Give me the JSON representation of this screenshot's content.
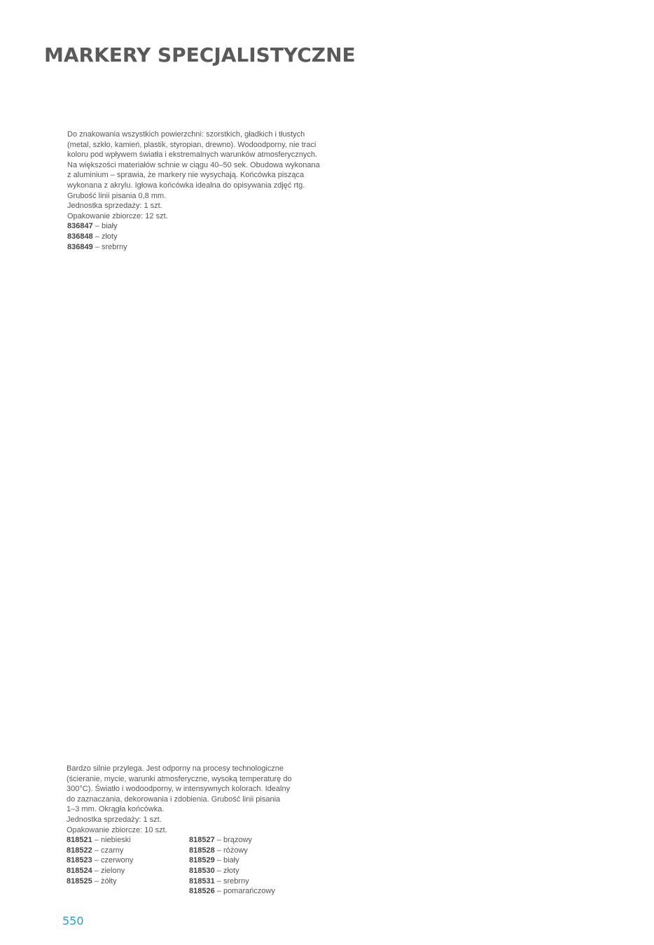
{
  "page": {
    "title": "MARKERY SPECJALISTYCZNE",
    "page_number": "550",
    "accent_color": "#1fa3c8"
  },
  "product1": {
    "description_lines": [
      "Do znakowania wszystkich powierzchni: szorstkich, gładkich i tłustych",
      "(metal, szkło, kamień, plastik, styropian, drewno). Wodoodporny, nie traci",
      "koloru pod wpływem światła i ekstremalnych warunków atmosferycznych.",
      "Na większości materiałów schnie w ciągu 40–50 sek. Obudowa wykonana",
      "z aluminium – sprawia, że markery nie wysychają. Końcówka pisząca",
      "wykonana z akrylu. Igłowa końcówka idealna do opisywania zdjęć rtg.",
      "Grubość linii pisania 0,8 mm."
    ],
    "unit": "Jednostka sprzedaży: 1 szt.",
    "pack": "Opakowanie zbiorcze: 12 szt.",
    "variants": [
      {
        "code": "836847",
        "color": " – biały"
      },
      {
        "code": "836848",
        "color": " – złoty"
      },
      {
        "code": "836849",
        "color": " – srebrny"
      }
    ]
  },
  "product2": {
    "description_lines": [
      "Bardzo silnie przylega. Jest odporny na procesy technologiczne",
      "(ścieranie, mycie, warunki atmosferyczne, wysoką temperaturę do",
      "300°C). Światło i wodoodporny, w intensywnych kolorach. Idealny",
      "do zaznaczania, dekorowania i zdobienia. Grubość linii pisania",
      "1–3 mm. Okrągła końcówka."
    ],
    "unit": "Jednostka sprzedaży: 1 szt.",
    "pack": "Opakowanie zbiorcze: 10 szt.",
    "variants_left": [
      {
        "code": "818521",
        "color": " – niebieski"
      },
      {
        "code": "818522",
        "color": " – czarny"
      },
      {
        "code": "818523",
        "color": " – czerwony"
      },
      {
        "code": "818524",
        "color": " – zielony"
      },
      {
        "code": "818525",
        "color": " – żółty"
      }
    ],
    "variants_right": [
      {
        "code": "818527",
        "color": " – brązowy"
      },
      {
        "code": "818528",
        "color": " – różowy"
      },
      {
        "code": "818529",
        "color": " – biały"
      },
      {
        "code": "818530",
        "color": " – złoty"
      },
      {
        "code": "818531",
        "color": " – srebrny"
      },
      {
        "code": "818526",
        "color": " – pomarańczowy"
      }
    ]
  }
}
